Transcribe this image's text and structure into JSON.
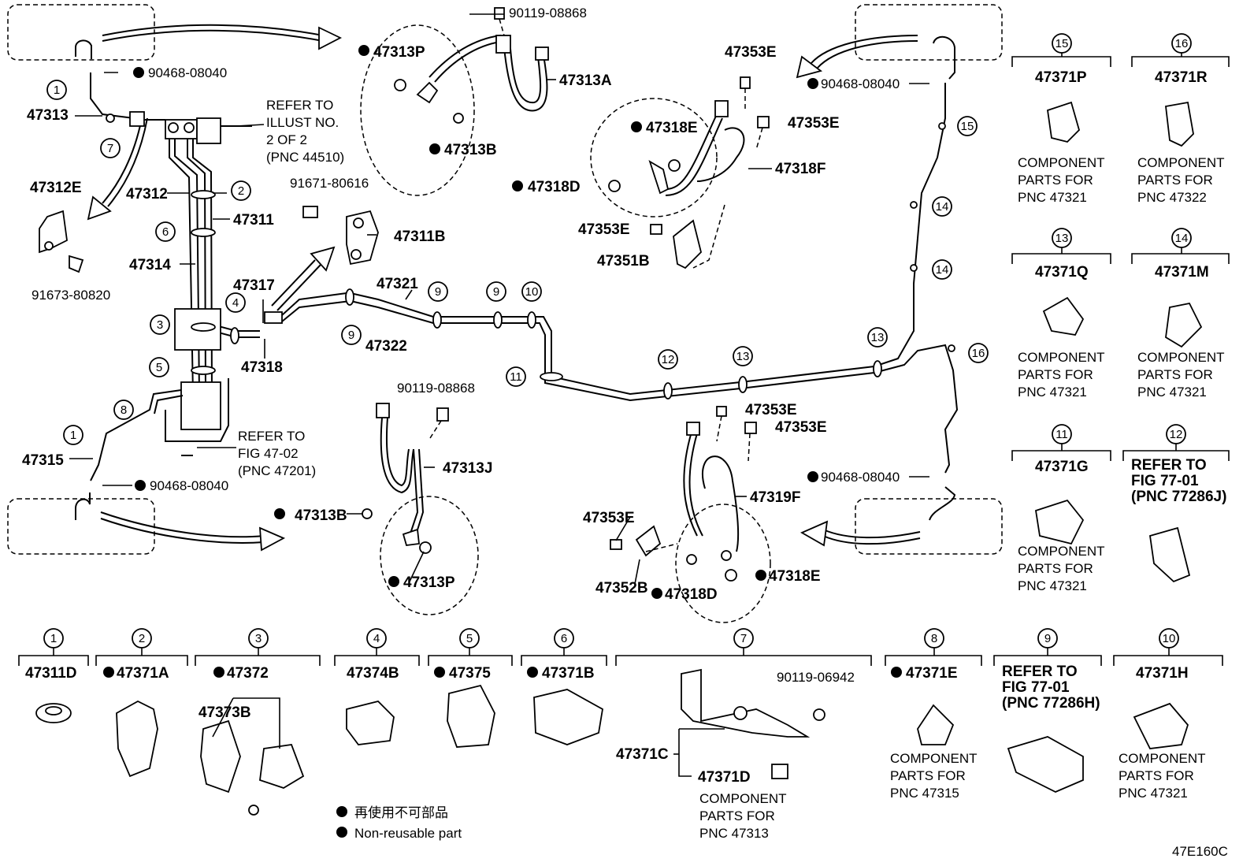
{
  "figure_id": "47E160C",
  "legend": {
    "jp": "再使用不可部品",
    "en": "Non-reusable part"
  },
  "main_labels": {
    "p47313": "47313",
    "p47312E": "47312E",
    "p47312": "47312",
    "p47311": "47311",
    "p47314": "47314",
    "p47317": "47317",
    "p47318": "47318",
    "p47315": "47315",
    "p91673": "91673-80820",
    "p90468_top": "90468-08040",
    "p90468_left_bottom": "90468-08040",
    "p90468_right_top": "90468-08040",
    "p90468_right_bottom": "90468-08040",
    "p91671": "91671-80616",
    "p47311B": "47311B",
    "p47321": "47321",
    "p47322": "47322",
    "p90119_top": "90119-08868",
    "p47313P_top": "47313P",
    "p47313A": "47313A",
    "p47313B_top": "47313B",
    "p47353E_a": "47353E",
    "p47353E_b": "47353E",
    "p47318E_top": "47318E",
    "p47318F": "47318F",
    "p47318D_top": "47318D",
    "p47353E_c": "47353E",
    "p47351B": "47351B",
    "p90119_mid": "90119-08868",
    "p47313J": "47313J",
    "p47313B_mid": "47313B",
    "p47313P_mid": "47313P",
    "p47353E_d": "47353E",
    "p47353E_e": "47353E",
    "p47319F": "47319F",
    "p47353E_f": "47353E",
    "p47352B": "47352B",
    "p47318D_mid": "47318D",
    "p47318E_mid": "47318E"
  },
  "refer_notes": {
    "illust": [
      "REFER TO",
      "ILLUST NO.",
      "2 OF 2",
      "(PNC 44510)"
    ],
    "fig4702": [
      "REFER TO",
      "FIG 47-02",
      "(PNC 47201)"
    ],
    "fig7701_12": [
      "REFER TO",
      "FIG 77-01",
      "(PNC 77286J)"
    ],
    "fig7701_9": [
      "REFER TO",
      "FIG 77-01",
      "(PNC 77286H)"
    ]
  },
  "right_column": [
    {
      "num": "15",
      "part": "47371P",
      "note": [
        "COMPONENT",
        "PARTS FOR",
        "PNC 47321"
      ]
    },
    {
      "num": "16",
      "part": "47371R",
      "note": [
        "COMPONENT",
        "PARTS FOR",
        "PNC 47322"
      ]
    },
    {
      "num": "13",
      "part": "47371Q",
      "note": [
        "COMPONENT",
        "PARTS FOR",
        "PNC 47321"
      ]
    },
    {
      "num": "14",
      "part": "47371M",
      "note": [
        "COMPONENT",
        "PARTS FOR",
        "PNC 47321"
      ]
    },
    {
      "num": "11",
      "part": "47371G",
      "note": [
        "COMPONENT",
        "PARTS FOR",
        "PNC 47321"
      ]
    },
    {
      "num": "12",
      "part": "",
      "note": []
    }
  ],
  "bottom_row": [
    {
      "num": "1",
      "part": "47311D"
    },
    {
      "num": "2",
      "part": "47371A"
    },
    {
      "num": "3",
      "part": "47372",
      "sub": "47373B"
    },
    {
      "num": "4",
      "part": "47374B"
    },
    {
      "num": "5",
      "part": "47375"
    },
    {
      "num": "6",
      "part": "47371B"
    },
    {
      "num": "7",
      "part": "47371C",
      "sub": "47371D",
      "bolt": "90119-06942",
      "note": [
        "COMPONENT",
        "PARTS FOR",
        "PNC 47313"
      ]
    },
    {
      "num": "8",
      "part": "47371E",
      "note": [
        "COMPONENT",
        "PARTS FOR",
        "PNC 47315"
      ]
    },
    {
      "num": "9",
      "part": ""
    },
    {
      "num": "10",
      "part": "47371H",
      "note": [
        "COMPONENT",
        "PARTS FOR",
        "PNC 47321"
      ]
    }
  ],
  "callouts": {
    "c1a": "1",
    "c7": "7",
    "c2": "2",
    "c6": "6",
    "c4": "4",
    "c3": "3",
    "c5": "5",
    "c8": "8",
    "c1b": "1",
    "c9a": "9",
    "c9b": "9",
    "c9c": "9",
    "c10": "10",
    "c11": "11",
    "c12": "12",
    "c13a": "13",
    "c13b": "13",
    "c14a": "14",
    "c14b": "14",
    "c15": "15",
    "c16": "16"
  }
}
